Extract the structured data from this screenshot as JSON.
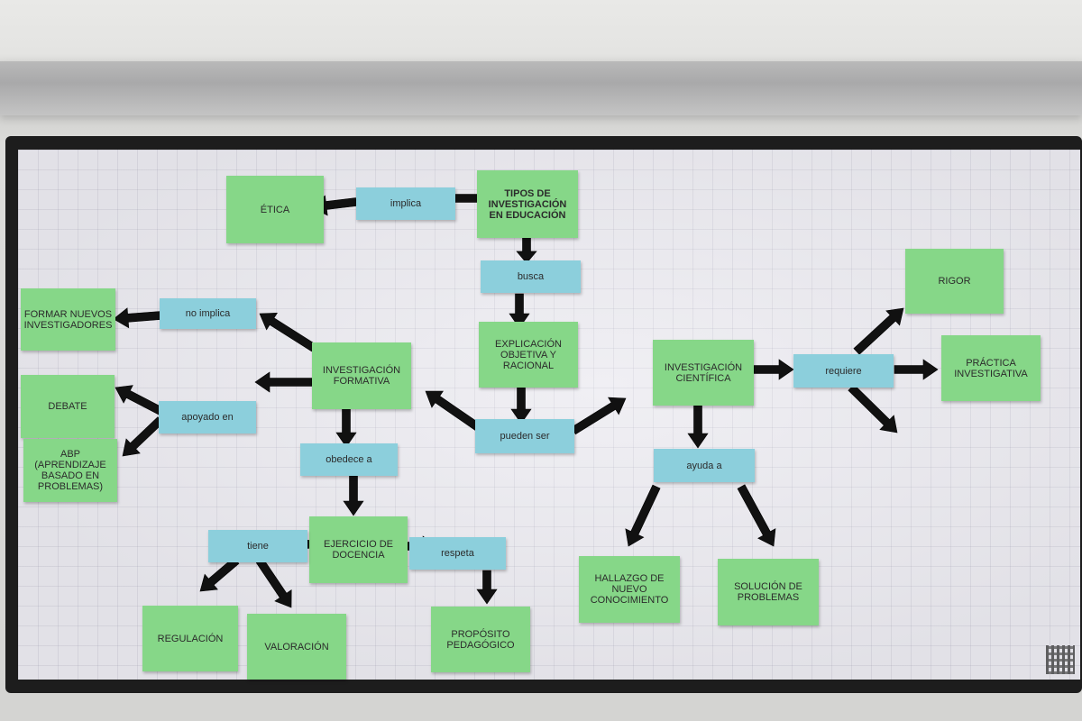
{
  "concepts": {
    "tipos": "TIPOS DE INVESTIGACIÓN EN EDUCACIÓN",
    "etica": "ÉTICA",
    "explicacion": "EXPLICACIÓN OBJETIVA Y RACIONAL",
    "formar": "FORMAR NUEVOS INVESTIGADORES",
    "formativa": "INVESTIGACIÓN FORMATIVA",
    "debate": "DEBATE",
    "abp": "ABP (APRENDIZAJE BASADO EN PROBLEMAS)",
    "ejercicio": "EJERCICIO DE DOCENCIA",
    "regulacion": "REGULACIÓN",
    "valoracion": "VALORACIÓN",
    "proposito": "PROPÓSITO PEDAGÓGICO",
    "cientifica": "INVESTIGACIÓN CIENTÍFICA",
    "rigor": "RIGOR",
    "practica": "PRÁCTICA INVESTIGATIVA",
    "hallazgo": "HALLAZGO DE NUEVO CONOCIMIENTO",
    "solucion": "SOLUCIÓN DE PROBLEMAS"
  },
  "links": {
    "implica": "implica",
    "busca": "busca",
    "no_implica": "no implica",
    "pueden_ser": "pueden ser",
    "apoyado_en": "apoyado en",
    "obedece_a": "obedece a",
    "tiene": "tiene",
    "respeta": "respeta",
    "requiere": "requiere",
    "ayuda_a": "ayuda a"
  },
  "colors": {
    "concept_card": "#86d788",
    "link_card": "#8ccfdc",
    "arrow": "#111111",
    "board": "#ebeaf0",
    "frame": "#1d1d1d"
  }
}
